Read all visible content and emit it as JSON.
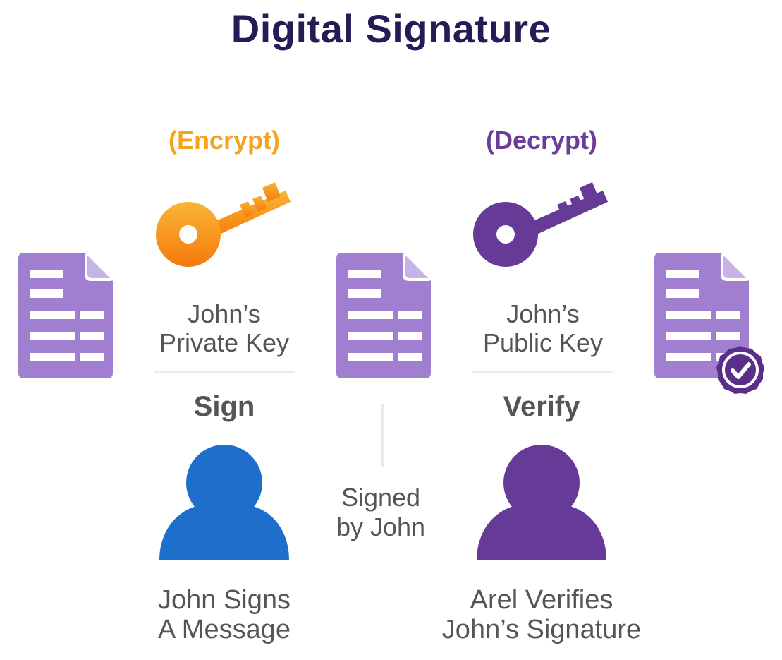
{
  "title": "Digital Signature",
  "left": {
    "operation": "(Encrypt)",
    "key_label_line1": "John’s",
    "key_label_line2": "Private Key",
    "action": "Sign",
    "caption_line1": "John Signs",
    "caption_line2": "A Message"
  },
  "right": {
    "operation": "(Decrypt)",
    "key_label_line1": "John’s",
    "key_label_line2": "Public Key",
    "action": "Verify",
    "caption_line1": "Arel Verifies",
    "caption_line2": "John’s Signature"
  },
  "middle": {
    "label_line1": "Signed",
    "label_line2": "by John"
  },
  "colors": {
    "title": "#231c55",
    "encrypt": "#f7a21b",
    "decrypt": "#6a3d9a",
    "document": "#a07fd0",
    "person_left": "#1e6fcc",
    "person_right": "#663b97",
    "text": "#555555"
  },
  "icons": [
    "document-icon",
    "private-key-icon",
    "public-key-icon",
    "person-icon",
    "verified-badge-icon"
  ]
}
